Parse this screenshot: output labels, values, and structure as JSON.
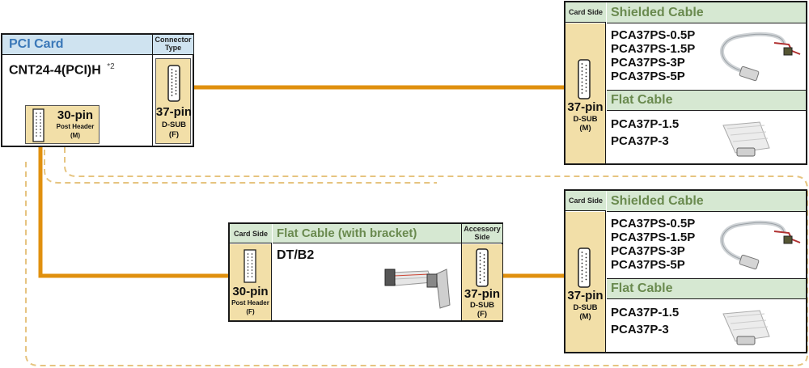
{
  "pci_card": {
    "title": "PCI Card",
    "model": "CNT24-4(PCI)H",
    "note": "*2",
    "connector_type_label": "Connector Type",
    "header_pins": "30-pin",
    "header_type": "Post Header",
    "header_gender": "(M)",
    "dsub_pins": "37-pin",
    "dsub_type": "D-SUB",
    "dsub_gender": "(F)"
  },
  "cable_top": {
    "card_side_label": "Card Side",
    "shielded_title": "Shielded Cable",
    "shielded_models": [
      "PCA37PS-0.5P",
      "PCA37PS-1.5P",
      "PCA37PS-3P",
      "PCA37PS-5P"
    ],
    "flat_title": "Flat Cable",
    "flat_models": [
      "PCA37P-1.5",
      "PCA37P-3"
    ],
    "pins": "37-pin",
    "type": "D-SUB",
    "gender": "(M)"
  },
  "bracket": {
    "card_side_label": "Card Side",
    "title": "Flat Cable (with bracket)",
    "accessory_label": "Accessory Side",
    "model": "DT/B2",
    "left_pins": "30-pin",
    "left_type": "Post Header",
    "left_gender": "(F)",
    "right_pins": "37-pin",
    "right_type": "D-SUB",
    "right_gender": "(F)"
  },
  "cable_bottom": {
    "card_side_label": "Card Side",
    "shielded_title": "Shielded Cable",
    "shielded_models": [
      "PCA37PS-0.5P",
      "PCA37PS-1.5P",
      "PCA37PS-3P",
      "PCA37PS-5P"
    ],
    "flat_title": "Flat Cable",
    "flat_models": [
      "PCA37P-1.5",
      "PCA37P-3"
    ],
    "pins": "37-pin",
    "type": "D-SUB",
    "gender": "(M)"
  },
  "colors": {
    "cable_line": "#e0900e",
    "dashed_line": "#e6c480",
    "blue_header": "#cfe3f0",
    "green_header": "#d6e8d2",
    "connector_panel": "#f2dfa8"
  }
}
